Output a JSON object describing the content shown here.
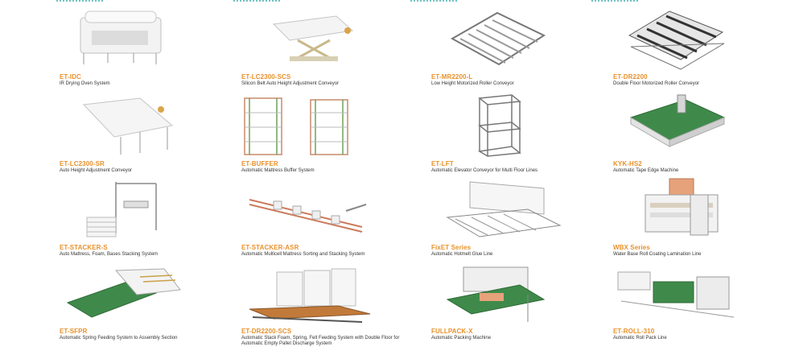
{
  "theme": {
    "accent": "#e8912b",
    "rule": "#6fc3c0",
    "text": "#333333"
  },
  "products": [
    {
      "code": "ET-IDC",
      "name": "IR Drying Oven System",
      "icon": "drying-oven-icon"
    },
    {
      "code": "ET-LC2300-SCS",
      "name": "Silicon Belt Auto Height Adjustment Conveyor",
      "icon": "lift-conveyor-icon"
    },
    {
      "code": "ET-MR2200-L",
      "name": "Low Height Motorized Roller Conveyor",
      "icon": "roller-conveyor-icon"
    },
    {
      "code": "ET-DR2200",
      "name": "Double Floor Motorized Roller Conveyor",
      "icon": "double-roller-conveyor-icon"
    },
    {
      "code": "ET-LC2300-SR",
      "name": "Auto Height Adjustment Conveyor",
      "icon": "inclined-conveyor-icon"
    },
    {
      "code": "ET-BUFFER",
      "name": "Automatic Mattress Buffer System",
      "icon": "buffer-rack-icon"
    },
    {
      "code": "ET-LFT",
      "name": "Automatic Elevator Conveyor for Multi Floor Lines",
      "icon": "elevator-tower-icon"
    },
    {
      "code": "KYK-HS2",
      "name": "Automatic Tape Edge Machine",
      "icon": "tape-edge-machine-icon"
    },
    {
      "code": "ET-STACKER-S",
      "name": "Auto Mattress, Foam, Bases Stacking System",
      "icon": "stacker-icon"
    },
    {
      "code": "ET-STACKER-ASR",
      "name": "Automatic Multicell Mattress Sorting and Stacking System",
      "icon": "sorting-line-icon"
    },
    {
      "code": "FixET Series",
      "name": "Automatic  Hotmelt Glue Line",
      "icon": "glue-line-icon"
    },
    {
      "code": "WBX Series",
      "name": "Water Base Roll Coating Lamination Line",
      "icon": "lamination-line-icon"
    },
    {
      "code": "ET-SFPR",
      "name": "Automatic Spring Feeding System to Assembly Section",
      "icon": "spring-feeder-icon"
    },
    {
      "code": "ET-DR2200-SCS",
      "name": "Automatic Stack Foam, Spring, Felt Feeding System with Double Floor for Automatic Empty Pallet Discharge System",
      "icon": "foam-feeding-icon"
    },
    {
      "code": "FULLPACK-X",
      "name": "Automatic Packing Machine",
      "icon": "packing-machine-icon"
    },
    {
      "code": "ET-ROLL-310",
      "name": "Automatic Roll Pack Line",
      "icon": "roll-pack-line-icon"
    }
  ]
}
